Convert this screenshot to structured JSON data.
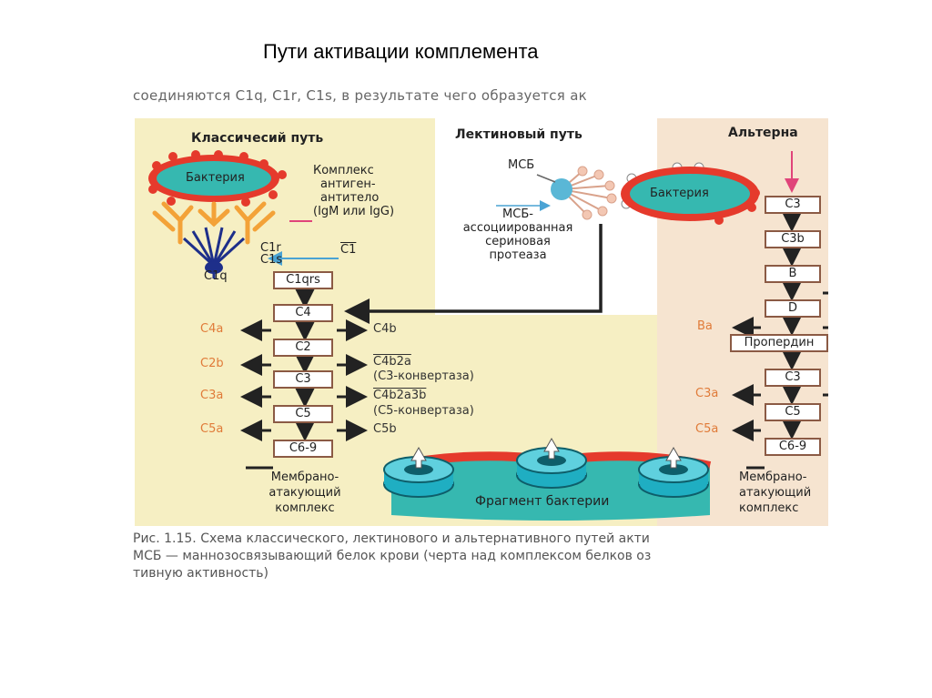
{
  "slide_title": "Пути активации комплемента",
  "cropped_top_text": "соединяются C1q, C1r, C1s, в результате чего образуется ак",
  "classic": {
    "header": "Классичесий путь",
    "bacterium": "Бактерия",
    "complex_lines": [
      "Комплекс",
      "антиген-",
      "антитело",
      "(IgM или IgG)"
    ],
    "c1r": "C1r",
    "c1s": "C1s",
    "c1q": "C1q",
    "c1_bar": "C1",
    "chain": [
      "C1qrs",
      "C4",
      "C2",
      "C3",
      "C5",
      "C6-9"
    ],
    "left_products": [
      "C4a",
      "C2b",
      "C3a",
      "C5a"
    ],
    "right_products": [
      "C4b",
      "C4b2a",
      "(C3-конвертаза)",
      "C4b2a3b",
      "(C5-конвертаза)",
      "C5b"
    ],
    "mac_lines": [
      "Мембрано-",
      "атакующий",
      "комплекс"
    ]
  },
  "lectin": {
    "header": "Лектиновый путь",
    "msb": "МСБ",
    "protease_lines": [
      "МСБ-",
      "ассоциированная",
      "сериновая",
      "протеаза"
    ]
  },
  "alternative": {
    "header": "Альтерна",
    "bacterium": "Бактерия",
    "chain": [
      "C3",
      "C3b",
      "B",
      "D",
      "Пропердин",
      "C3",
      "C5",
      "C6-9"
    ],
    "left_products": [
      "Ba",
      "C3a",
      "C5a"
    ],
    "mac_lines": [
      "Мембрано-",
      "атакующий",
      "комплекс"
    ]
  },
  "fragment_label": "Фрагмент бактерии",
  "caption_lines": [
    "Рис. 1.15. Схема классического, лектинового и альтернативного путей акти",
    "МСБ — маннозосвязывающий белок крови (черта над комплексом белков оз",
    "тивную активность)"
  ],
  "colors": {
    "classic_bg": "#f6efc3",
    "alt_bg": "#f6e4d0",
    "bacterium_fill": "#36b8b0",
    "bacterium_edge": "#e53a2c",
    "box_border": "#8b5a44",
    "byproduct": "#e07b39",
    "antibody": "#f3a238",
    "arrow": "#222222",
    "entry_arrow": "#e0447a",
    "c1_arrow": "#4aa3d4",
    "pore": "#1faec2"
  }
}
